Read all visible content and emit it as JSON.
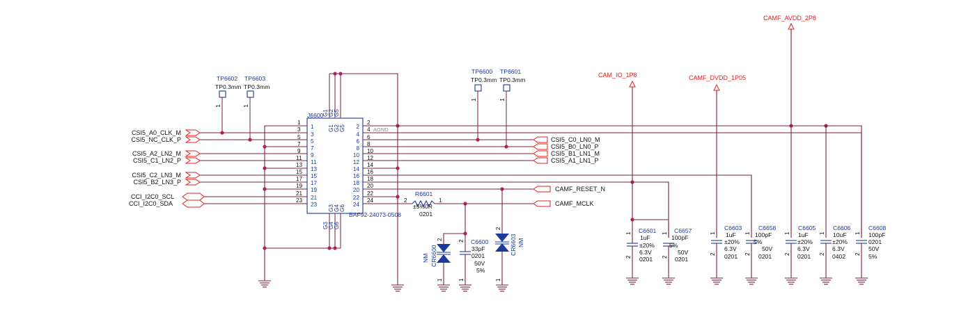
{
  "connector": {
    "ref": "J6600",
    "part_number": "BAF92-24073-0508",
    "inner_left": [
      "1",
      "3",
      "5",
      "7",
      "9",
      "11",
      "13",
      "15",
      "17",
      "19",
      "21",
      "23"
    ],
    "inner_right": [
      "2",
      "4",
      "6",
      "8",
      "10",
      "12",
      "14",
      "16",
      "18",
      "20",
      "22",
      "24"
    ],
    "top_ground": [
      "G1",
      "G2",
      "G5"
    ],
    "bottom_ground": [
      "G3",
      "G4",
      "G6"
    ],
    "agnd_label": "AGND"
  },
  "left_pin_numbers": [
    "1",
    "3",
    "5",
    "7",
    "9",
    "11",
    "13",
    "15",
    "17",
    "19",
    "21",
    "23"
  ],
  "right_pin_numbers": [
    "2",
    "4",
    "6",
    "8",
    "10",
    "12",
    "14",
    "16",
    "18",
    "20",
    "22",
    "24"
  ],
  "left_nets": [
    "CSI5_A0_CLK_M",
    "CSI5_NC_CLK_P",
    "CSI5_A2_LN2_M",
    "CSI5_C1_LN2_P",
    "CSI5_C2_LN3_M",
    "CSI5_B2_LN3_P",
    "CCI_I2C0_SCL",
    "CCI_I2C0_SDA"
  ],
  "right_nets": [
    "CSI5_C0_LN0_M",
    "CSI5_B0_LN0_P",
    "CSI5_B1_LN1_M",
    "CSI5_A1_LN1_P",
    "CAMF_RESET_N",
    "CAMF_MCLK"
  ],
  "testpoints": [
    {
      "ref": "TP6602",
      "value": "TP0.3mm",
      "pin": "1"
    },
    {
      "ref": "TP6603",
      "value": "TP0.3mm",
      "pin": "1"
    },
    {
      "ref": "TP6600",
      "value": "TP0.3mm",
      "pin": "1"
    },
    {
      "ref": "TP6601",
      "value": "TP0.3mm",
      "pin": "1"
    }
  ],
  "resistor": {
    "ref": "R6601",
    "value": "0R",
    "tolerance": "±5%",
    "package": "0201",
    "pin_a": "2",
    "pin_b": "1"
  },
  "diodes": [
    {
      "ref": "CR6600",
      "note": "NM",
      "pin_a": "2",
      "pin_b": "1"
    },
    {
      "ref": "CR6603",
      "note": "NM",
      "pin_a": "2",
      "pin_b": "1"
    }
  ],
  "cap_c6600": {
    "ref": "C6600",
    "lines": [
      "33pF",
      "0201",
      "50V",
      "5%"
    ],
    "pin_a": "2",
    "pin_b": "1"
  },
  "power_rails": [
    "CAM_IO_1P8",
    "CAMF_DVDD_1P05",
    "CAMF_AVDD_2P8"
  ],
  "caps": [
    {
      "ref": "C6601",
      "lines": [
        "1uF",
        "±20%",
        "6.3V",
        "0201"
      ],
      "pin_a": "1",
      "pin_b": "2"
    },
    {
      "ref": "C6657",
      "lines": [
        "100pF",
        "5%",
        "50V",
        "0201"
      ],
      "pin_a": "1",
      "pin_b": "2"
    },
    {
      "ref": "C6603",
      "lines": [
        "1uF",
        "±20%",
        "6.3V",
        "0201"
      ],
      "pin_a": "1",
      "pin_b": "2"
    },
    {
      "ref": "C6658",
      "lines": [
        "100pF",
        "5%",
        "50V",
        "0201"
      ],
      "pin_a": "1",
      "pin_b": "2"
    },
    {
      "ref": "C6605",
      "lines": [
        "1uF",
        "±20%",
        "6.3V",
        "0201"
      ],
      "pin_a": "1",
      "pin_b": "2"
    },
    {
      "ref": "C6606",
      "lines": [
        "10uF",
        "±20%",
        "6.3V",
        "0402"
      ],
      "pin_a": "1",
      "pin_b": "2"
    },
    {
      "ref": "C6608",
      "lines": [
        "100pF",
        "0201",
        "50V",
        "5%"
      ],
      "pin_a": "1",
      "pin_b": "2"
    }
  ]
}
